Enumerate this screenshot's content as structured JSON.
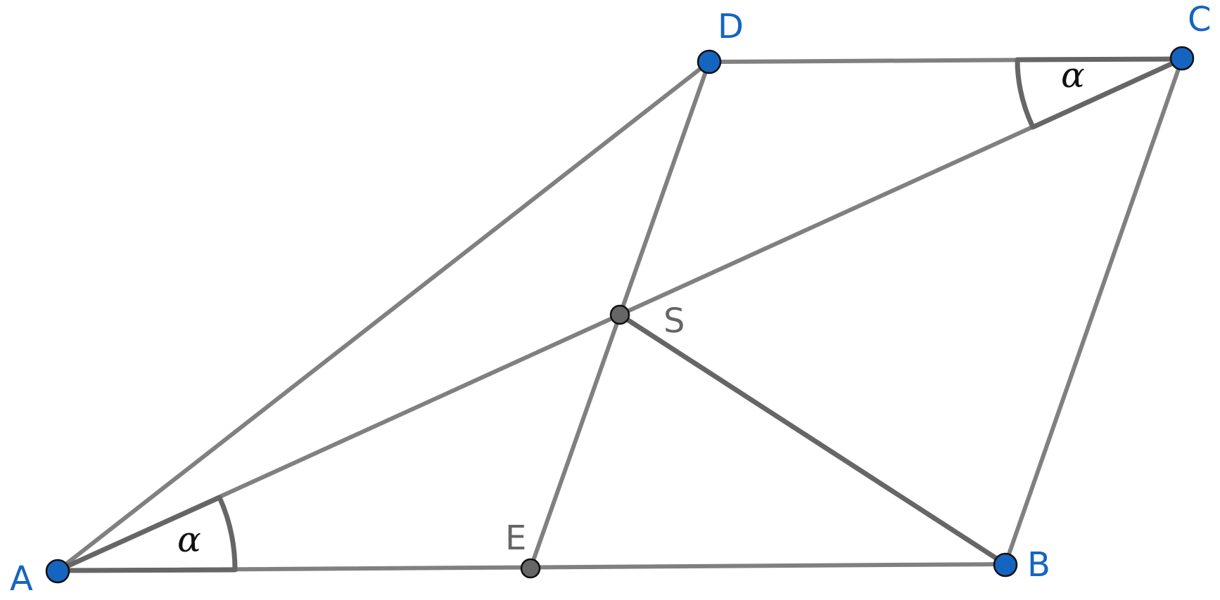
{
  "points": {
    "A": {
      "label": "A",
      "color": "#1565c0"
    },
    "B": {
      "label": "B",
      "color": "#1565c0"
    },
    "C": {
      "label": "C",
      "color": "#1565c0"
    },
    "D": {
      "label": "D",
      "color": "#1565c0"
    },
    "E": {
      "label": "E",
      "color": "#666666"
    },
    "S": {
      "label": "S",
      "color": "#666666"
    }
  },
  "segments": [
    "AB",
    "BC",
    "CD",
    "AD",
    "AC",
    "DE",
    "SB"
  ],
  "angles": [
    {
      "vertex": "A",
      "between": [
        "AB",
        "AC"
      ],
      "label": "α"
    },
    {
      "vertex": "C",
      "between": [
        "CD",
        "CA"
      ],
      "label": "α"
    }
  ],
  "colors": {
    "segment": "#808080",
    "segment_dark": "#666666",
    "point_blue": "#1565c0",
    "point_gray": "#666666"
  }
}
